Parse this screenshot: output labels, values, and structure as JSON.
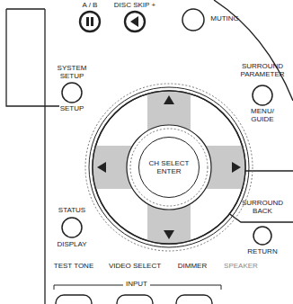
{
  "diagram": {
    "nodes": [
      {
        "text": [
          "CH SELECT ENTER"
        ]
      }
    ],
    "labels": [
      "A / B",
      "DISC SKIP +",
      "MUTING",
      "SYSTEM SETUP",
      "SETUP",
      "SURROUND PARAMETER",
      "MENU/ GUIDE",
      "STATUS",
      "DISPLAY",
      "SURROUND BACK",
      "RETURN",
      "TEST TONE",
      "VIDEO SELECT",
      "DIMMER",
      "SPEAKER",
      "INPUT"
    ]
  }
}
